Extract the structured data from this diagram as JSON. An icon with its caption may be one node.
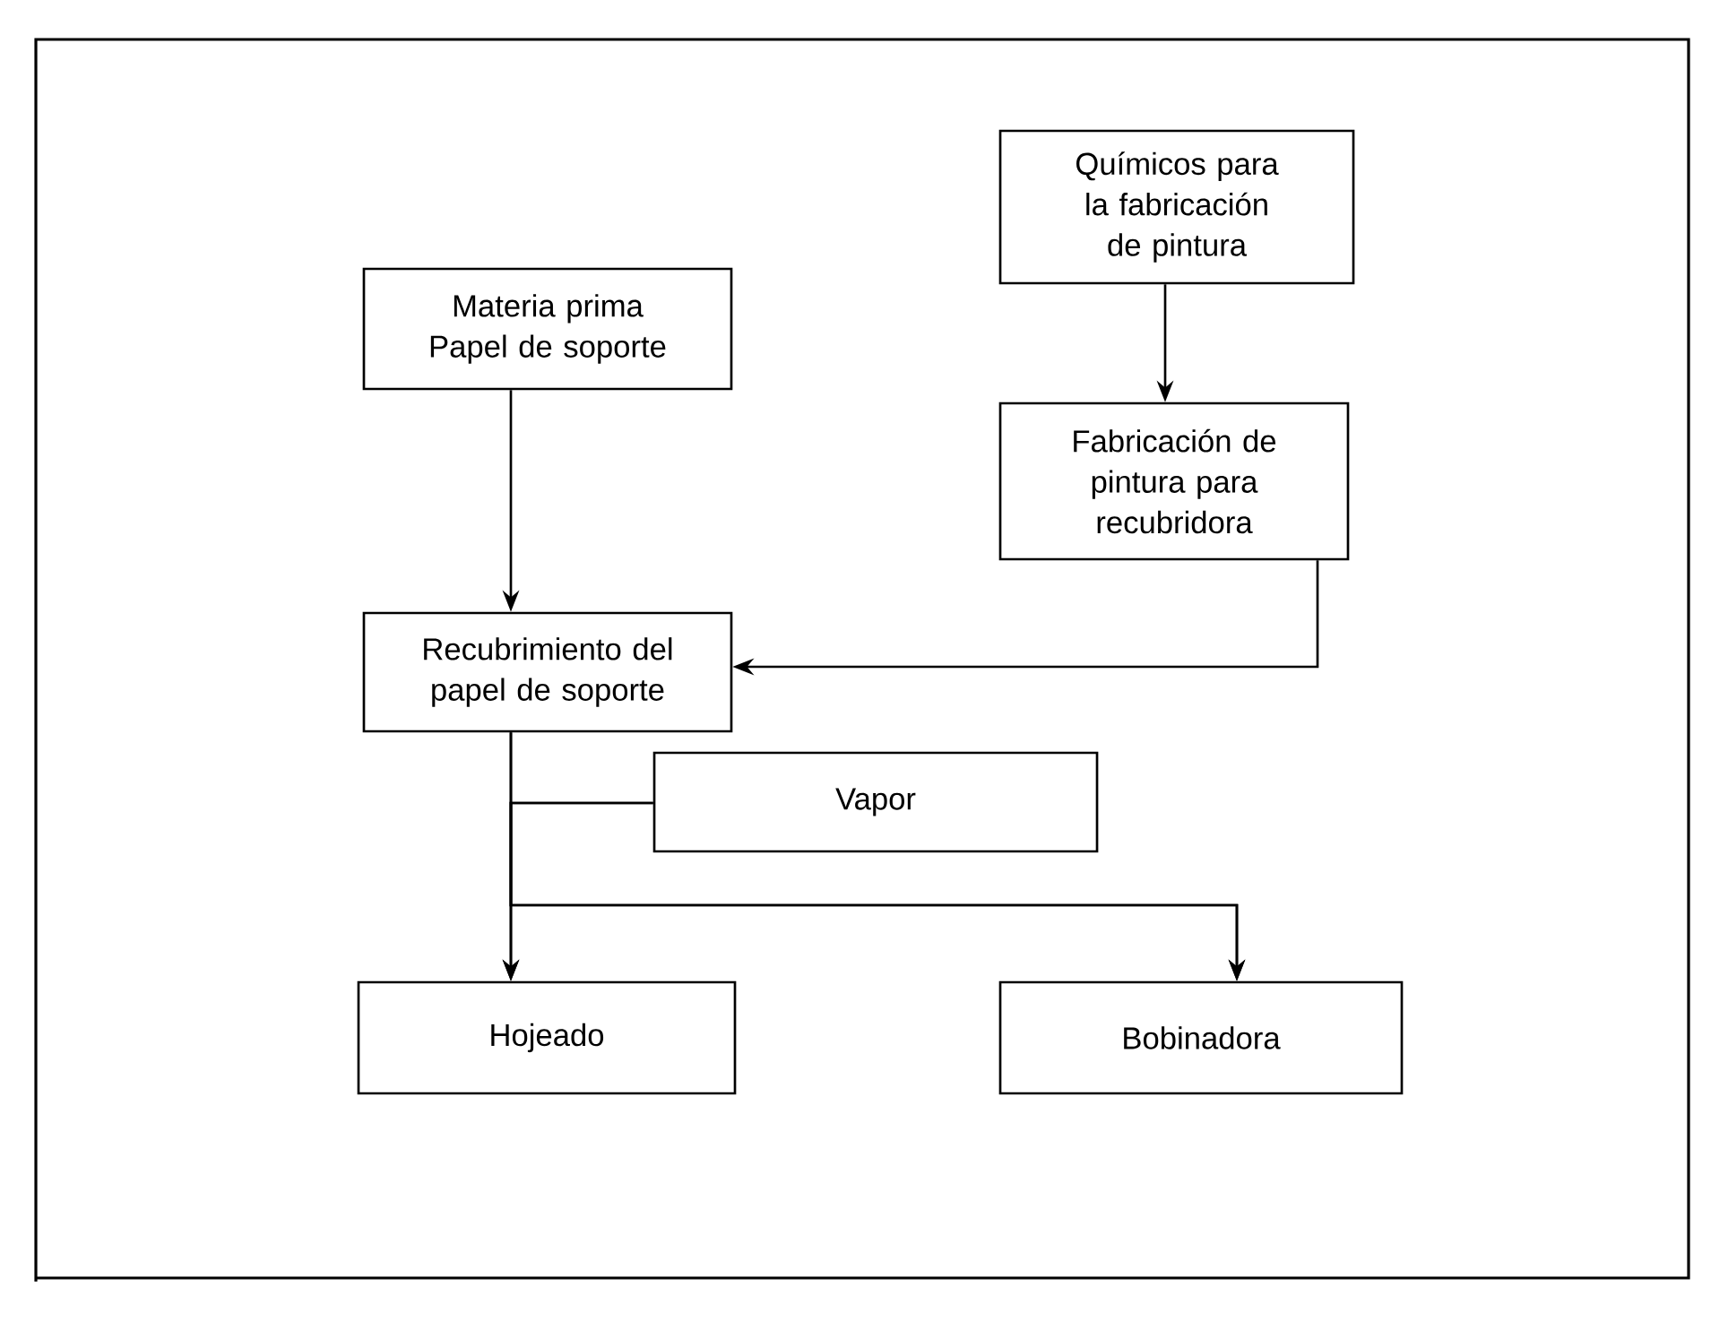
{
  "diagram": {
    "nodes": [
      {
        "text": [
          "Químicos para la fabricación de pintura"
        ]
      },
      {
        "text": [
          "Materia prima Papel de soporte"
        ]
      },
      {
        "text": [
          "Fabricación de pintura para recubridora"
        ]
      },
      {
        "text": [
          "Recubrimiento del papel de soporte"
        ]
      },
      {
        "text": [
          "Vapor"
        ]
      },
      {
        "text": [
          "Hojeado"
        ]
      },
      {
        "text": [
          "Bobinadora"
        ]
      }
    ],
    "edges": [
      {
        "from": 0,
        "to": 2,
        "arrow": "to"
      },
      {
        "from": 1,
        "to": 3,
        "arrow": "to"
      },
      {
        "from": 2,
        "to": 3,
        "arrow": "to"
      },
      {
        "from": 3,
        "to": 5,
        "arrow": "to"
      },
      {
        "from": 3,
        "to": 6,
        "arrow": "to"
      },
      {
        "from": 4,
        "to": 5,
        "arrow": "to"
      },
      {
        "from": 4,
        "to": 6,
        "arrow": "to"
      }
    ]
  }
}
